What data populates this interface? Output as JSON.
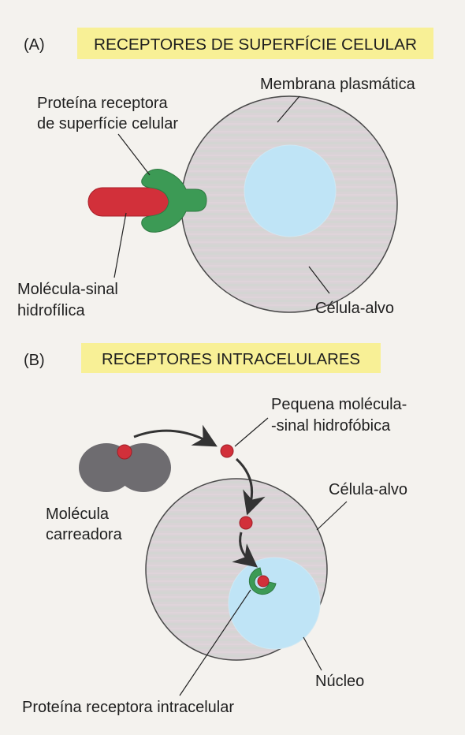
{
  "panel_a": {
    "letter": "(A)",
    "title": "RECEPTORES DE SUPERFÍCIE CELULAR",
    "label_membrane": "Membrana plasmática",
    "label_receptor_line1": "Proteína receptora",
    "label_receptor_line2": "de superfície celular",
    "label_signal_line1": "Molécula-sinal",
    "label_signal_line2": "hidrofílica",
    "label_cell": "Célula-alvo"
  },
  "panel_b": {
    "letter": "(B)",
    "title": "RECEPTORES INTRACELULARES",
    "label_small_line1": "Pequena molécula-",
    "label_small_line2": "-sinal hidrofóbica",
    "label_cell": "Célula-alvo",
    "label_carrier_line1": "Molécula",
    "label_carrier_line2": "carreadora",
    "label_nucleus": "Núcleo",
    "label_intracellular": "Proteína receptora intracelular"
  },
  "colors": {
    "title_highlight": "#f8f096",
    "cell_fill": "#d8d2d4",
    "cell_stroke": "#4a4a4a",
    "nucleus_fill": "#bfe4f6",
    "receptor_green": "#3c9a55",
    "signal_red": "#d2303a",
    "carrier_gray": "#6e6c70"
  }
}
